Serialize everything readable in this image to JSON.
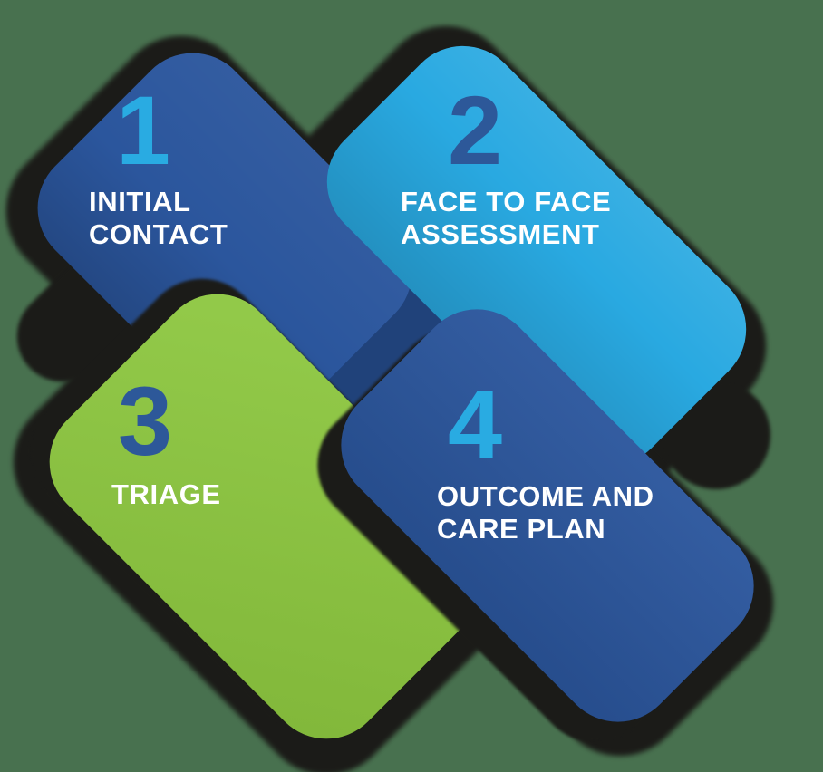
{
  "title": "Four step process diagram",
  "colors": {
    "background": "#48714F",
    "shadow": "#1B1B18",
    "center_underlay": "#20427A"
  },
  "steps": [
    {
      "number": "1",
      "title_lines": [
        "INITIAL",
        "CONTACT"
      ],
      "fill": "#2B569D",
      "number_color": "#29ABE2",
      "text_color": "#FFFFFF"
    },
    {
      "number": "2",
      "title_lines": [
        "FACE TO FACE",
        "ASSESSMENT"
      ],
      "fill": "#29A9E1",
      "number_color": "#2D5899",
      "text_color": "#FFFFFF"
    },
    {
      "number": "3",
      "title_lines": [
        "TRIAGE"
      ],
      "fill": "#8CC63F",
      "number_color": "#2D5899",
      "text_color": "#FFFFFF"
    },
    {
      "number": "4",
      "title_lines": [
        "OUTCOME AND",
        "CARE PLAN"
      ],
      "fill": "#2B569D",
      "number_color": "#29ABE2",
      "text_color": "#FFFFFF"
    }
  ]
}
